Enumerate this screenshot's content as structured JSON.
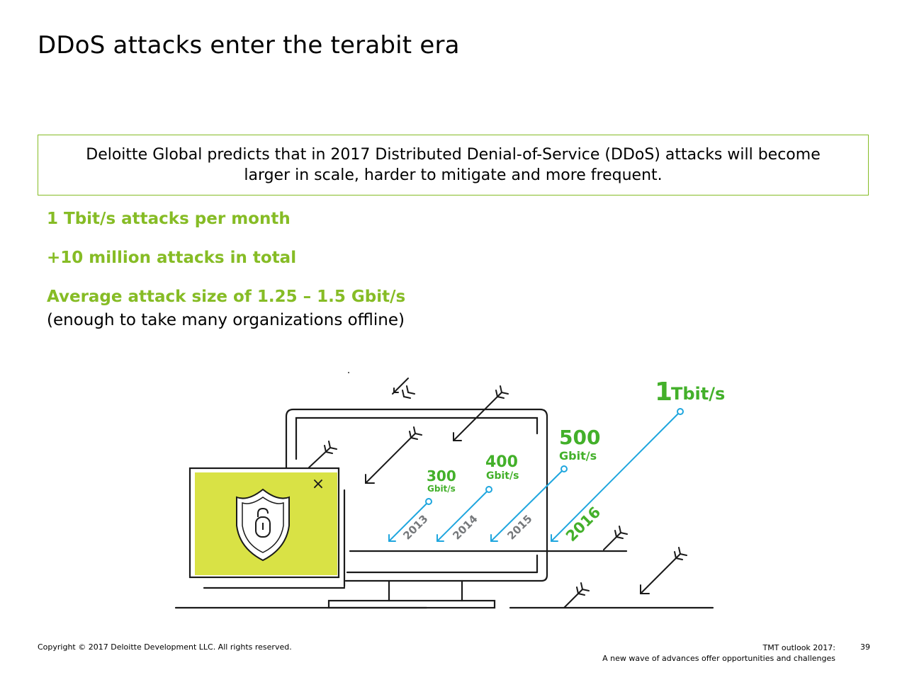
{
  "slide": {
    "title": "DDoS attacks enter the terabit era",
    "callout": "Deloitte Global predicts that in 2017 Distributed Denial-of-Service (DDoS) attacks will become larger in scale, harder to mitigate and more frequent.",
    "stats": [
      "1 Tbit/s attacks per month",
      "+10 million attacks in total",
      "Average attack size of 1.25 – 1.5 Gbit/s"
    ],
    "note": "(enough to take many organizations offline)"
  },
  "illustration": {
    "labels": [
      {
        "year": "2013",
        "value": "300",
        "unit": "Gbit/s"
      },
      {
        "year": "2014",
        "value": "400",
        "unit": "Gbit/s"
      },
      {
        "year": "2015",
        "value": "500",
        "unit": "Gbit/s"
      },
      {
        "year": "2016",
        "value": "1",
        "unit": "Tbit/s"
      }
    ],
    "close_glyph": "×",
    "icons": [
      "monitor-icon",
      "shield-lock-icon",
      "arrow-icon"
    ],
    "colors": {
      "green": "#86BC25",
      "label_green": "#43B02A",
      "blue": "#1FA6DE",
      "lime": "#D9E245",
      "year_gray": "#75787B"
    }
  },
  "footer": {
    "copyright": "Copyright © 2017 Deloitte Development LLC. All rights reserved.",
    "report_line1": "TMT outlook 2017:",
    "report_line2": "A new wave of advances offer opportunities and challenges",
    "page": "39"
  }
}
